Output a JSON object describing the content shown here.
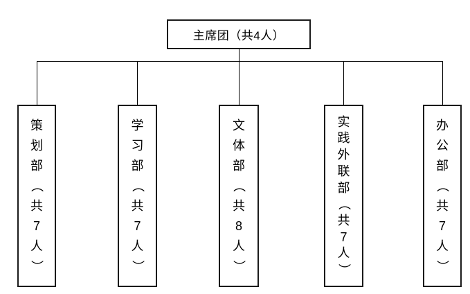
{
  "chart": {
    "type": "org-chart",
    "root": {
      "label": "主席团（共4人）",
      "name": "主席团",
      "total_members": 4
    },
    "departments": [
      {
        "label": "策划部（共7人）",
        "name": "策划部",
        "total_members": 7
      },
      {
        "label": "学习部（共7人）",
        "name": "学习部",
        "total_members": 7
      },
      {
        "label": "文体部（共8人）",
        "name": "文体部",
        "total_members": 8
      },
      {
        "label": "实践外联部（共7人）",
        "name": "实践外联部",
        "total_members": 7
      },
      {
        "label": "办公部（共7人）",
        "name": "办公部",
        "total_members": 7
      }
    ],
    "colors": {
      "background": "#ffffff",
      "line": "#000000",
      "border": "#1a1a1a",
      "text": "#000000"
    }
  }
}
